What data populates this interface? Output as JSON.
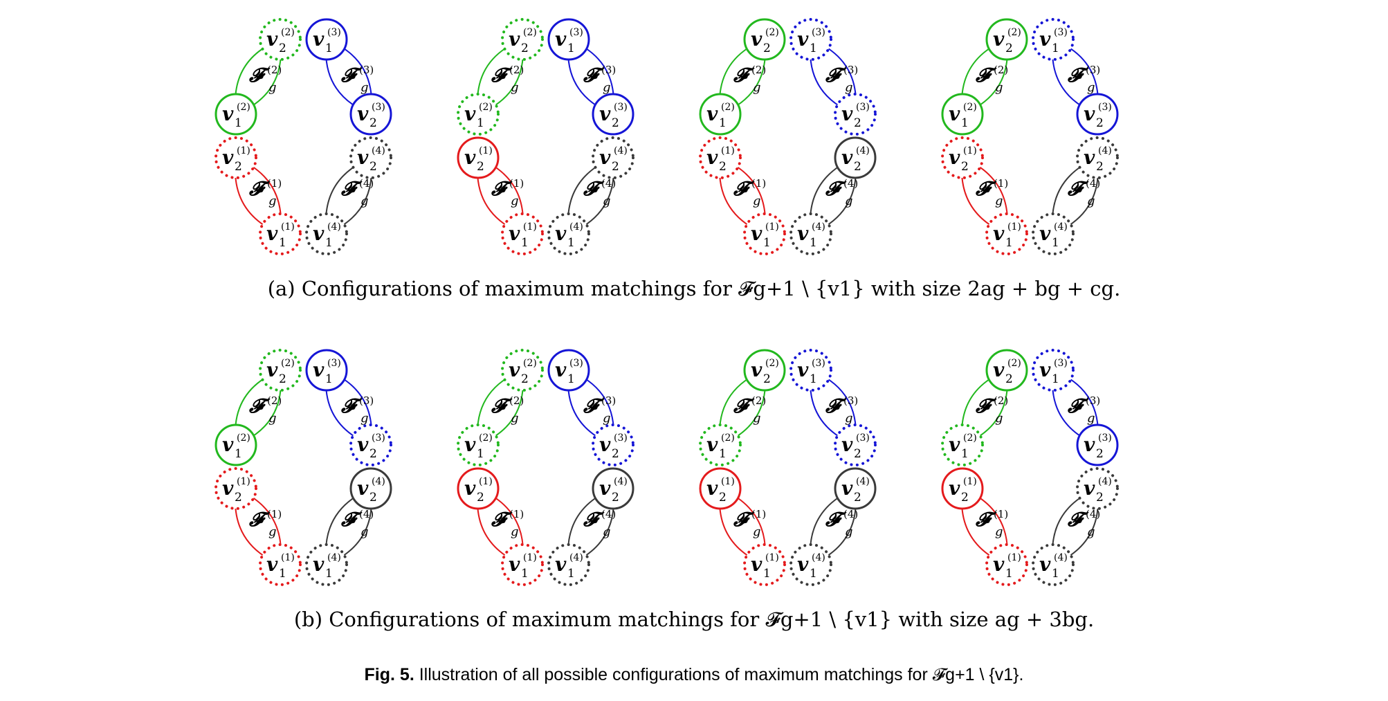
{
  "subfigures": [
    {
      "caption": {
        "tag": "(a)",
        "text": "Configurations of maximum matchings for 𝓕g+1 \\ {v1} with size 2ag + bg + cg."
      },
      "configs": [
        {
          "v2_1": "dotted",
          "v1_1": "dotted",
          "v1_2": "solid",
          "v2_2": "dotted",
          "v1_3": "solid",
          "v2_3": "solid",
          "v2_4": "dotted",
          "v1_4": "dotted"
        },
        {
          "v2_1": "solid",
          "v1_1": "dotted",
          "v1_2": "dotted",
          "v2_2": "dotted",
          "v1_3": "solid",
          "v2_3": "solid",
          "v2_4": "dotted",
          "v1_4": "dotted"
        },
        {
          "v2_1": "dotted",
          "v1_1": "dotted",
          "v1_2": "solid",
          "v2_2": "solid",
          "v1_3": "dotted",
          "v2_3": "dotted",
          "v2_4": "solid",
          "v1_4": "dotted"
        },
        {
          "v2_1": "dotted",
          "v1_1": "dotted",
          "v1_2": "solid",
          "v2_2": "solid",
          "v1_3": "dotted",
          "v2_3": "solid",
          "v2_4": "dotted",
          "v1_4": "dotted"
        }
      ]
    },
    {
      "caption": {
        "tag": "(b)",
        "text": "Configurations of maximum matchings for 𝓕g+1 \\ {v1} with size ag + 3bg."
      },
      "configs": [
        {
          "v2_1": "dotted",
          "v1_1": "dotted",
          "v1_2": "solid",
          "v2_2": "dotted",
          "v1_3": "solid",
          "v2_3": "dotted",
          "v2_4": "solid",
          "v1_4": "dotted"
        },
        {
          "v2_1": "solid",
          "v1_1": "dotted",
          "v1_2": "dotted",
          "v2_2": "dotted",
          "v1_3": "solid",
          "v2_3": "dotted",
          "v2_4": "solid",
          "v1_4": "dotted"
        },
        {
          "v2_1": "solid",
          "v1_1": "dotted",
          "v1_2": "dotted",
          "v2_2": "solid",
          "v1_3": "dotted",
          "v2_3": "dotted",
          "v2_4": "solid",
          "v1_4": "dotted"
        },
        {
          "v2_1": "solid",
          "v1_1": "dotted",
          "v1_2": "dotted",
          "v2_2": "solid",
          "v1_3": "dotted",
          "v2_3": "solid",
          "v2_4": "dotted",
          "v1_4": "dotted"
        }
      ]
    }
  ],
  "figure_caption": {
    "label": "Fig. 5.",
    "text": "Illustration of all possible configurations of maximum matchings for 𝓕g+1 \\ {v1}."
  },
  "colors": {
    "group_1": "#e41a1c",
    "group_2": "#22b81e",
    "group_3": "#1515d6",
    "group_4": "#3a3a3a"
  }
}
